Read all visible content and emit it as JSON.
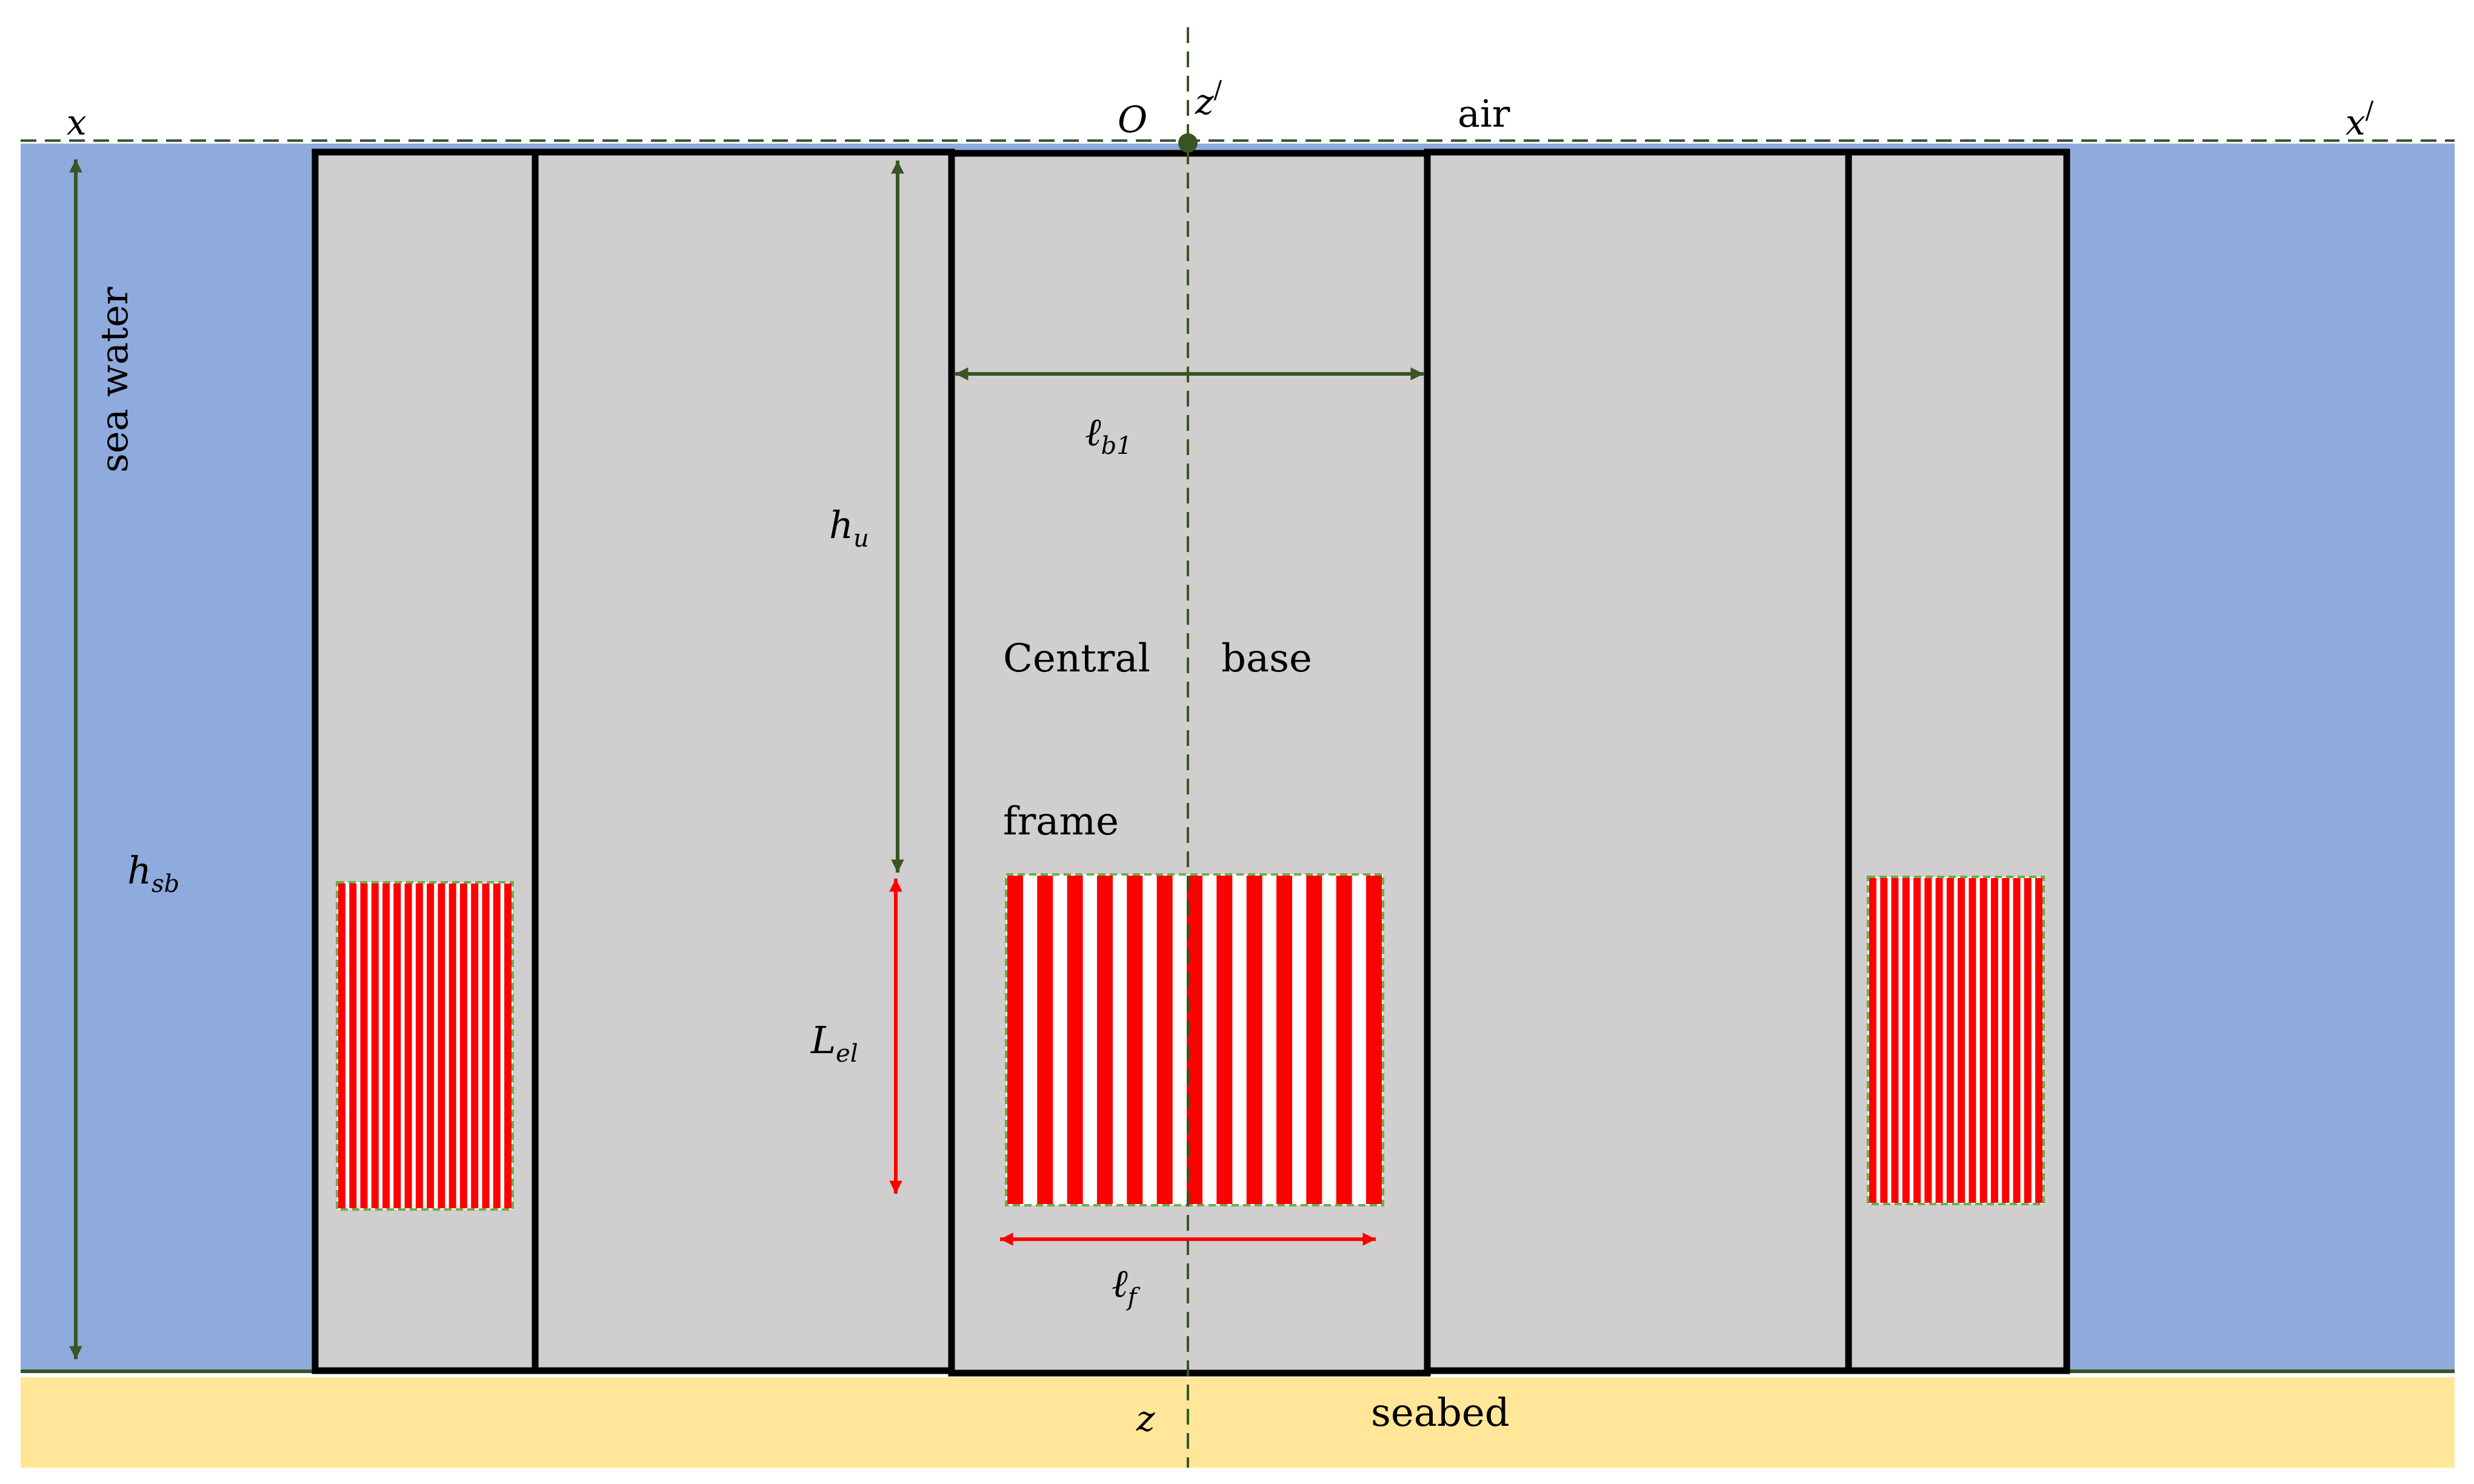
{
  "labels": {
    "x": "x",
    "x_prime": "x",
    "x_prime_mark": "/",
    "origin": "O",
    "z_prime": "z",
    "z_prime_mark": "/",
    "z": "z",
    "air": "air",
    "sea_water": "sea water",
    "seabed": "seabed",
    "central": "Central",
    "base": "base",
    "frame": "frame",
    "h_sb": "h",
    "h_sb_sub": "sb",
    "h_u": "h",
    "h_u_sub": "u",
    "l_b1": "ℓ",
    "l_b1_sub": "b1",
    "L_el": "L",
    "L_el_sub": "el",
    "l_f": "ℓ",
    "l_f_sub": "f"
  },
  "colors": {
    "sea_water": "#8faadc",
    "seabed": "#ffe699",
    "frame_fill": "#d0cecf",
    "frame_border": "#000000",
    "dimension_green": "#375623",
    "electrode_red": "#ff0000",
    "electrode_outline": "#70ad47"
  }
}
